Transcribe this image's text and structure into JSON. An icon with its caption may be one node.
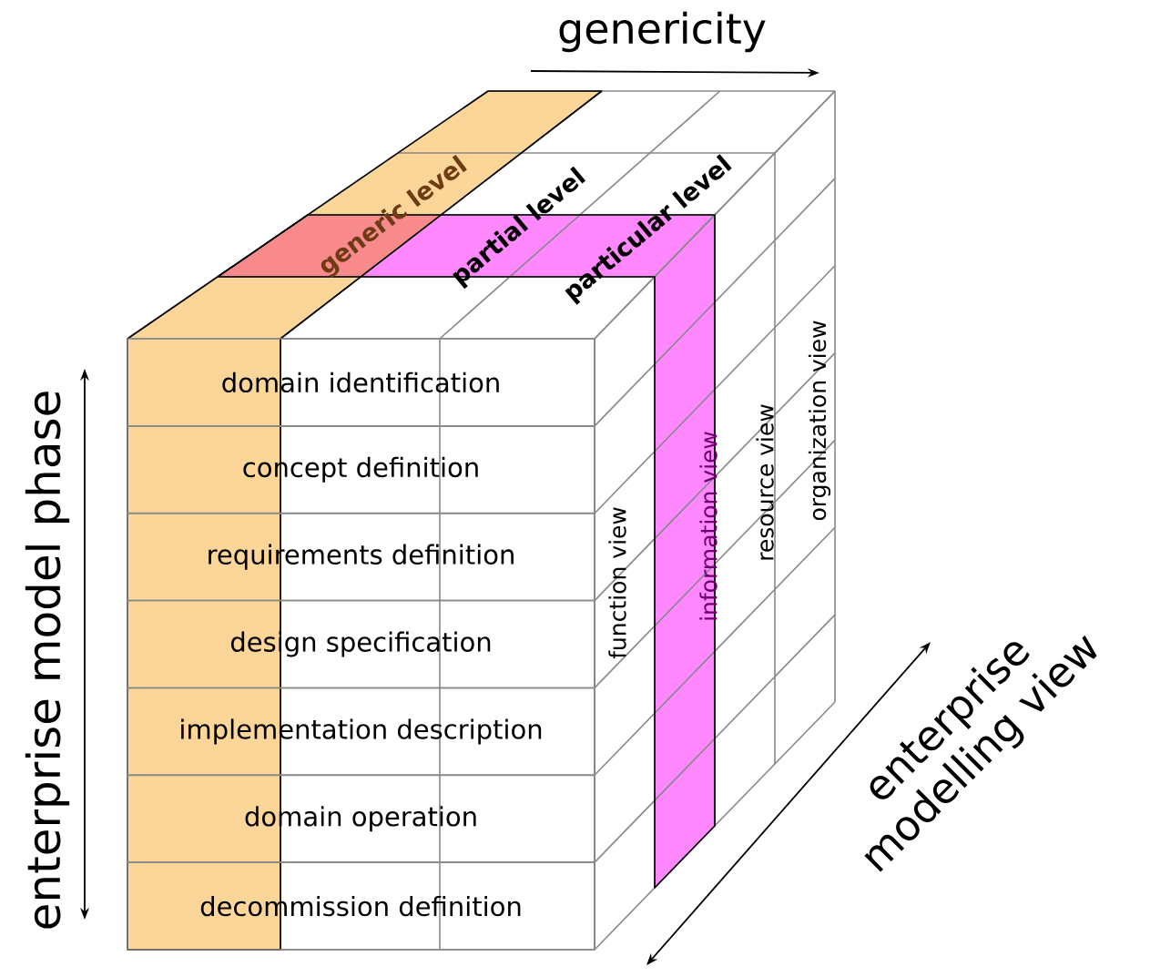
{
  "diagram": {
    "nodes": [
      {
        "text": [
          "domain identification"
        ]
      },
      {
        "text": [
          "concept definition"
        ]
      },
      {
        "text": [
          "requirements definition"
        ]
      },
      {
        "text": [
          "design specification"
        ]
      },
      {
        "text": [
          "implementation description"
        ]
      },
      {
        "text": [
          "domain operation"
        ]
      },
      {
        "text": [
          "decommission definition"
        ]
      }
    ],
    "edges": [],
    "labels": [
      "genericity",
      "generic level",
      "partial level",
      "particular level",
      "enterprise model phase",
      "function view",
      "information view",
      "resource view",
      "organization view",
      "enterprise modelling view"
    ]
  }
}
